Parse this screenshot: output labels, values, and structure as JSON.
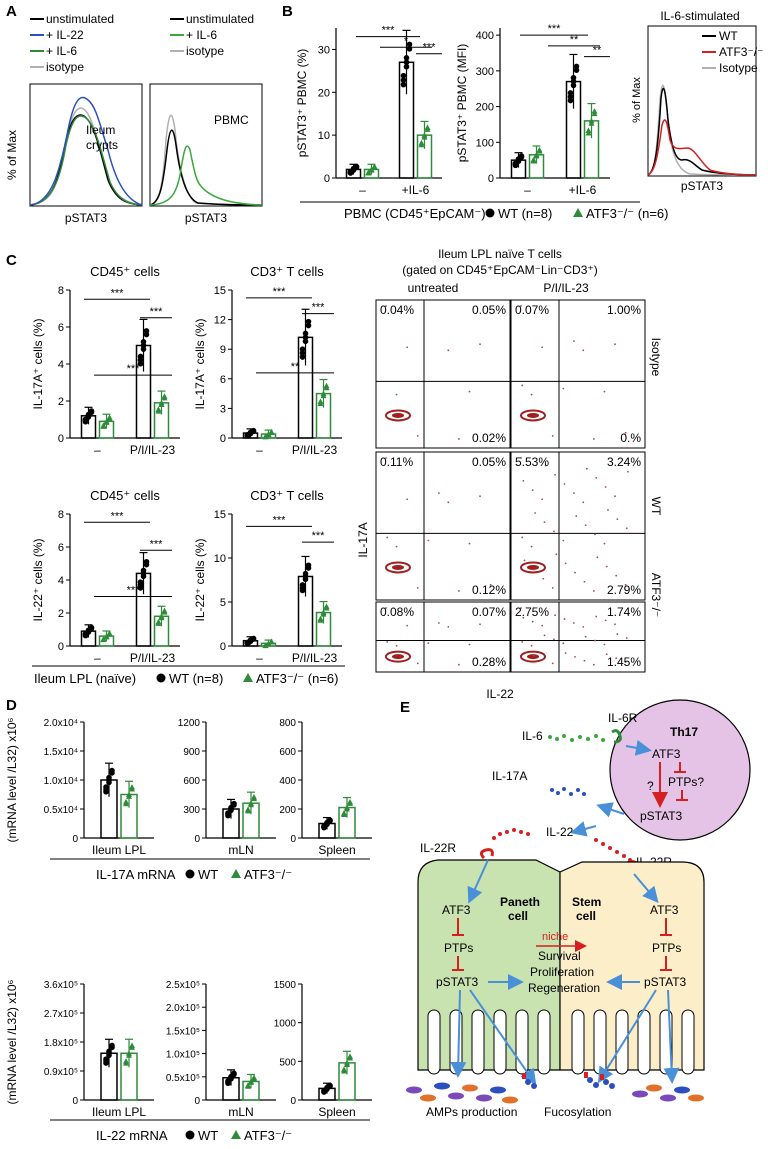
{
  "panels": {
    "A": "A",
    "B": "B",
    "C": "C",
    "D": "D",
    "E": "E"
  },
  "colors": {
    "wt": "#000000",
    "ko": "#2e8b3a",
    "il22": "#2b4fbf",
    "il6_light": "#3aa83a",
    "isotype": "#b0b0b0",
    "red": "#d42020",
    "blue": "#4a90d9",
    "paneth": "#c9e3b0",
    "stem": "#fbeec8",
    "th17": "#e5c3e6"
  },
  "A": {
    "legend1": [
      "unstimulated",
      "+ IL-22",
      "+ IL-6",
      "isotype"
    ],
    "legend2": [
      "unstimulated",
      "+ IL-6",
      "isotype"
    ],
    "ylabel": "% of Max",
    "xlabel": "pSTAT3",
    "plot1_title": [
      "Ileum",
      "crypts"
    ],
    "plot2_title": "PBMC"
  },
  "B": {
    "ylabel1": "pSTAT3⁺ PBMC (%)",
    "ylabel2": "pSTAT3⁺ PBMC (MFI)",
    "hist_title": "IL-6-stimulated",
    "hist_legend": [
      "WT",
      "ATF3⁻/⁻",
      "Isotype"
    ],
    "hist_ylabel": "% of Max",
    "hist_xlabel": "pSTAT3",
    "xcats": [
      "–",
      "+IL-6"
    ],
    "footer": "PBMC (CD45⁺EpCAM⁻)",
    "legend_wt": "WT (n=8)",
    "legend_ko": "ATF3⁻/⁻ (n=6)",
    "sig1": [
      "***",
      "*",
      "***"
    ],
    "sig2": [
      "***",
      "**",
      "**"
    ]
  },
  "chart_data": [
    {
      "type": "bar",
      "panel": "B-left",
      "ylabel": "pSTAT3⁺ PBMC (%)",
      "categories": [
        "–",
        "+IL-6"
      ],
      "yticks": [
        0,
        10,
        20,
        30
      ],
      "ylim": [
        0,
        35
      ],
      "series": [
        {
          "name": "WT (n=8)",
          "values": [
            2,
            27
          ]
        },
        {
          "name": "ATF3⁻/⁻ (n=6)",
          "values": [
            2,
            10
          ]
        }
      ]
    },
    {
      "type": "bar",
      "panel": "B-middle",
      "ylabel": "pSTAT3⁺ PBMC (MFI)",
      "categories": [
        "–",
        "+IL-6"
      ],
      "yticks": [
        0,
        100,
        200,
        300,
        400
      ],
      "ylim": [
        0,
        420
      ],
      "series": [
        {
          "name": "WT (n=8)",
          "values": [
            50,
            270
          ]
        },
        {
          "name": "ATF3⁻/⁻ (n=6)",
          "values": [
            65,
            160
          ]
        }
      ]
    },
    {
      "type": "bar",
      "panel": "C-CD45-IL17A",
      "title": "CD45⁺ cells",
      "ylabel": "IL-17A⁺ cells (%)",
      "categories": [
        "–",
        "P/I/IL-23"
      ],
      "yticks": [
        0,
        2,
        4,
        6,
        8
      ],
      "ylim": [
        0,
        8
      ],
      "series": [
        {
          "name": "WT (n=8)",
          "values": [
            1.2,
            5.0
          ]
        },
        {
          "name": "ATF3⁻/⁻ (n=6)",
          "values": [
            0.9,
            1.9
          ]
        }
      ]
    },
    {
      "type": "bar",
      "panel": "C-CD3-IL17A",
      "title": "CD3⁺ T cells",
      "ylabel": "IL-17A⁺ cells (%)",
      "categories": [
        "–",
        "P/I/IL-23"
      ],
      "yticks": [
        0,
        3,
        6,
        9,
        12,
        15
      ],
      "ylim": [
        0,
        15
      ],
      "series": [
        {
          "name": "WT (n=8)",
          "values": [
            0.5,
            10.2
          ]
        },
        {
          "name": "ATF3⁻/⁻ (n=6)",
          "values": [
            0.4,
            4.5
          ]
        }
      ]
    },
    {
      "type": "bar",
      "panel": "C-CD45-IL22",
      "title": "CD45⁺ cells",
      "ylabel": "IL-22⁺ cells (%)",
      "categories": [
        "–",
        "P/I/IL-23"
      ],
      "yticks": [
        0,
        2,
        4,
        6,
        8
      ],
      "ylim": [
        0,
        8
      ],
      "series": [
        {
          "name": "WT (n=8)",
          "values": [
            0.9,
            4.4
          ]
        },
        {
          "name": "ATF3⁻/⁻ (n=6)",
          "values": [
            0.6,
            1.8
          ]
        }
      ]
    },
    {
      "type": "bar",
      "panel": "C-CD3-IL22",
      "title": "CD3⁺ T cells",
      "ylabel": "IL-22⁺ cells (%)",
      "categories": [
        "–",
        "P/I/IL-23"
      ],
      "yticks": [
        0,
        5,
        10,
        15
      ],
      "ylim": [
        0,
        15
      ],
      "series": [
        {
          "name": "WT (n=8)",
          "values": [
            0.6,
            7.9
          ]
        },
        {
          "name": "ATF3⁻/⁻ (n=6)",
          "values": [
            0.3,
            3.8
          ]
        }
      ]
    },
    {
      "type": "bar",
      "panel": "D-IL17A",
      "ylabel": "(mRNA level /L32) x10⁶",
      "categories": [
        "Ileum LPL",
        "mLN",
        "Spleen"
      ],
      "series": [
        {
          "name": "WT",
          "values": [
            10000,
            300,
            100
          ]
        },
        {
          "name": "ATF3⁻/⁻",
          "values": [
            7500,
            360,
            210
          ]
        }
      ]
    },
    {
      "type": "bar",
      "panel": "D-IL22",
      "ylabel": "(mRNA level /L32) x10⁶",
      "categories": [
        "Ileum LPL",
        "mLN",
        "Spleen"
      ],
      "series": [
        {
          "name": "WT",
          "values": [
            145000,
            48000,
            150
          ]
        },
        {
          "name": "ATF3⁻/⁻",
          "values": [
            145000,
            40000,
            480
          ]
        }
      ]
    }
  ],
  "C": {
    "titles": [
      "CD45⁺ cells",
      "CD3⁺ T cells",
      "CD45⁺ cells",
      "CD3⁺ T cells"
    ],
    "ylabels": [
      "IL-17A⁺ cells (%)",
      "IL-17A⁺ cells (%)",
      "IL-22⁺ cells (%)",
      "IL-22⁺ cells (%)"
    ],
    "xcats": [
      "–",
      "P/I/IL-23"
    ],
    "sig_a": [
      "***",
      "***",
      "***"
    ],
    "sig_b": [
      "***",
      "***",
      "**"
    ],
    "sig_c": [
      "***",
      "***",
      "***"
    ],
    "sig_d": [
      "***",
      "***"
    ],
    "footer": "Ileum LPL (naïve)",
    "legend_wt": "WT (n=8)",
    "legend_ko": "ATF3⁻/⁻ (n=6)",
    "flow_title1": "Ileum LPL naïve T cells",
    "flow_title2": "(gated on CD45⁺EpCAM⁻Lin⁻CD3⁺)",
    "flow_cols": [
      "untreated",
      "P/I/IL-23"
    ],
    "flow_rows": [
      "Isotype",
      "WT",
      "ATF3⁻/⁻"
    ],
    "flow_ylabel": "IL-17A",
    "flow_xlabel": "IL-22",
    "q_iso_u": [
      "0.04%",
      "0.05%",
      "0.02%"
    ],
    "q_iso_p": [
      "0.07%",
      "1.00%",
      "0.%"
    ],
    "q_wt_u": [
      "0.11%",
      "0.05%",
      "0.12%"
    ],
    "q_wt_p": [
      "5.53%",
      "3.24%",
      "2.79%"
    ],
    "q_ko_u": [
      "0.08%",
      "0.07%",
      "0.28%"
    ],
    "q_ko_p": [
      "2.75%",
      "1.74%",
      "1.45%"
    ]
  },
  "D": {
    "ylabel": "(mRNA level /L32) x10⁶",
    "yt_17a_1": [
      "0",
      "0.5x10⁴",
      "1.0x10⁴",
      "1.5x10⁴",
      "2.0x10⁴"
    ],
    "yt_17a_2": [
      "0",
      "300",
      "600",
      "900",
      "1200"
    ],
    "yt_17a_3": [
      "0",
      "200",
      "400",
      "600",
      "800"
    ],
    "yt_22_1": [
      "0",
      "0.9x10⁵",
      "1.8x10⁵",
      "2.7x10⁵",
      "3.6x10⁵"
    ],
    "yt_22_2": [
      "0",
      "0.5x10⁵",
      "1.0x10⁵",
      "1.5x10⁵",
      "2.0x10⁵",
      "2.5x10⁵"
    ],
    "yt_22_3": [
      "0",
      "500",
      "1000",
      "1500"
    ],
    "tissues": [
      "Ileum LPL",
      "mLN",
      "Spleen"
    ],
    "footer1": "IL-17A mRNA",
    "footer2": "IL-22 mRNA",
    "legend_wt": "WT",
    "legend_ko": "ATF3⁻/⁻"
  },
  "E": {
    "il6": "IL-6",
    "il6r": "IL-6R",
    "th17": "Th17",
    "atf3": "ATF3",
    "q": "?",
    "ptps_q": "PTPs?",
    "pstat3": "pSTAT3",
    "il17a": "IL-17A",
    "il22": "IL-22",
    "il22r": "IL-22R",
    "paneth": [
      "Paneth",
      "cell"
    ],
    "stem": [
      "Stem",
      "cell"
    ],
    "niche": "niche",
    "ptps": "PTPs",
    "survival": [
      "Survival",
      "Proliferation",
      "Regeneration"
    ],
    "amps": "AMPs production",
    "fucosylation": "Fucosylation"
  }
}
